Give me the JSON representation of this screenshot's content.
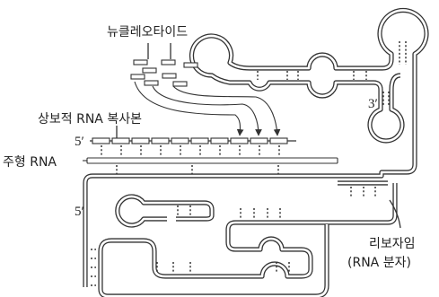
{
  "labels": {
    "nucleotide": "뉴클레오타이드",
    "complementary_copy": "상보적 RNA 복사본",
    "template_rna": "주형 RNA",
    "ribozyme": "리보자임",
    "ribozyme_note": "(RNA 분자)",
    "five_prime_top": "5′",
    "five_prime_left": "5′",
    "three_prime": "3′"
  }
}
